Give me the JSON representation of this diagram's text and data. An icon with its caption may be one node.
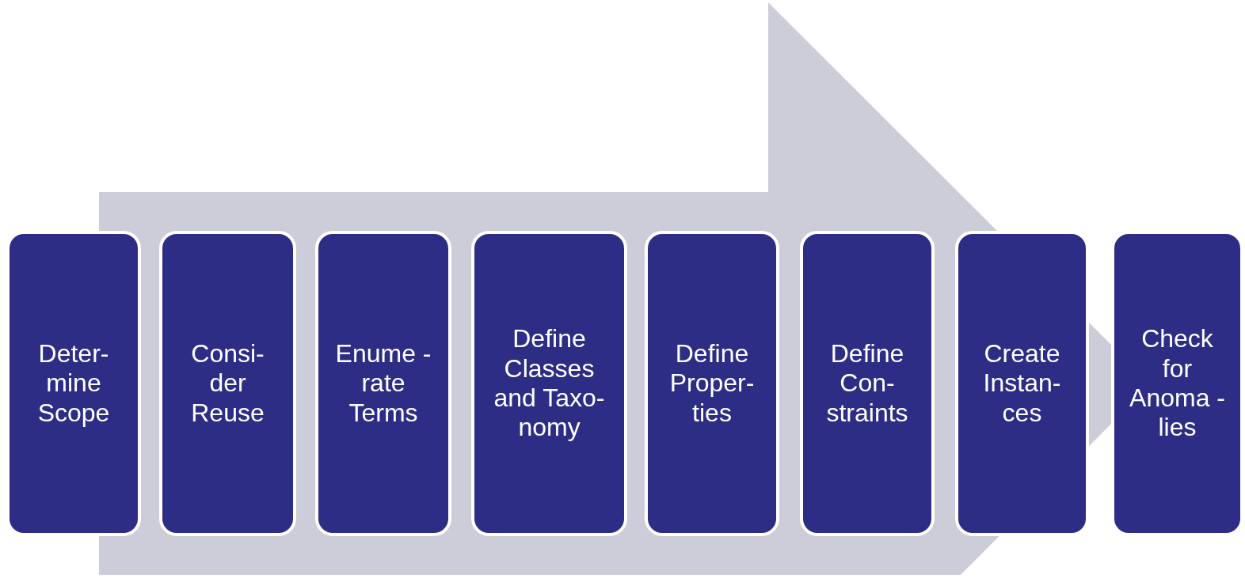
{
  "diagram": {
    "nodes": [
      {
        "text": [
          "Deter- mine Scope"
        ]
      },
      {
        "text": [
          "Consi- der Reuse"
        ]
      },
      {
        "text": [
          "Enume -rate Terms"
        ]
      },
      {
        "text": [
          "Define Classes and Taxo- nomy"
        ]
      },
      {
        "text": [
          "Define Proper- ties"
        ]
      },
      {
        "text": [
          "Define Con- straints"
        ]
      },
      {
        "text": [
          "Create Instan- ces"
        ]
      },
      {
        "text": [
          "Check for Anoma -lies"
        ]
      }
    ]
  }
}
